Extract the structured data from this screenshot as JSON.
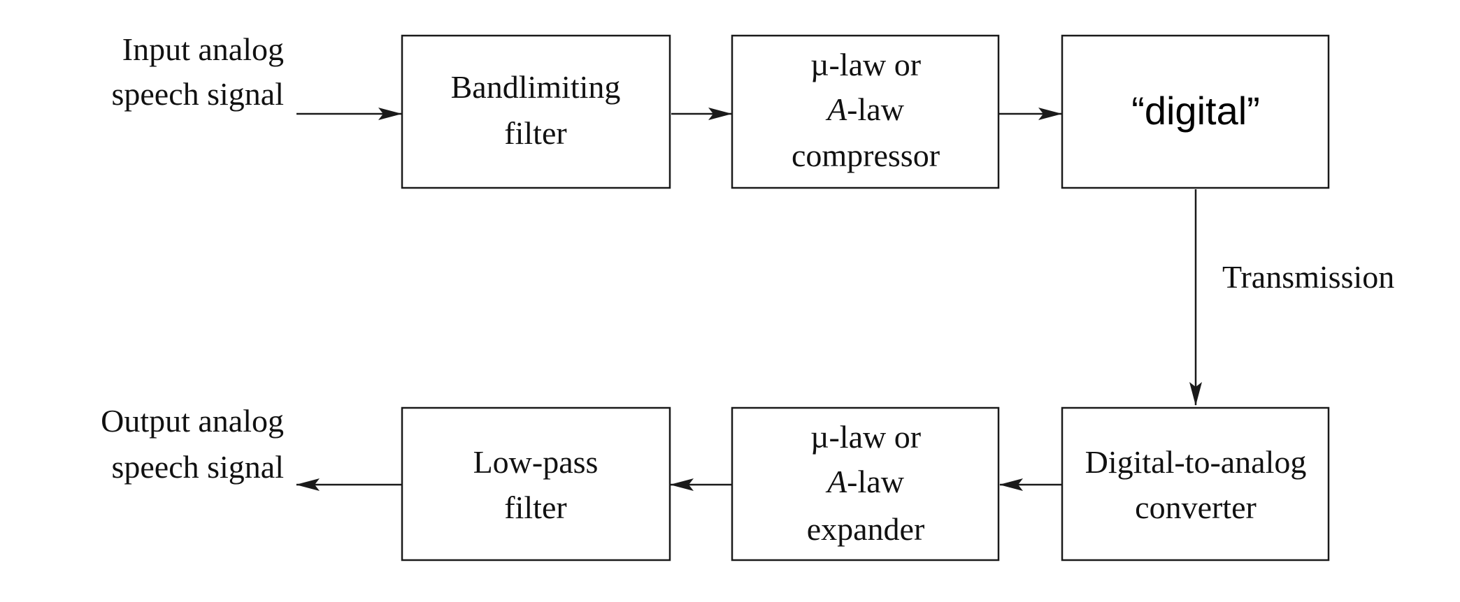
{
  "input_label": {
    "line1": "Input analog",
    "line2": "speech signal"
  },
  "output_label": {
    "line1": "Output analog",
    "line2": "speech signal"
  },
  "blocks": {
    "bandlimiting_filter": {
      "line1": "Bandlimiting",
      "line2": "filter"
    },
    "compressor": {
      "line1": "µ-law or",
      "line2_italic": "A",
      "line2_rest": "-law",
      "line3": "compressor"
    },
    "digital": {
      "label": "“digital”"
    },
    "dac": {
      "line1": "Digital-to-analog",
      "line2": "converter"
    },
    "expander": {
      "line1": "µ-law or",
      "line2_italic": "A",
      "line2_rest": "-law",
      "line3": "expander"
    },
    "lowpass_filter": {
      "line1": "Low-pass",
      "line2": "filter"
    }
  },
  "transmission_label": "Transmission"
}
